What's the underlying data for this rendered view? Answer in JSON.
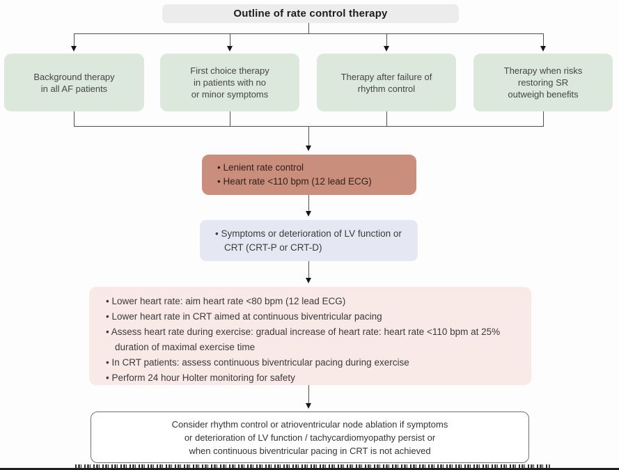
{
  "title": "Outline of rate control therapy",
  "branch_boxes": [
    {
      "label": "Background therapy\nin all AF patients"
    },
    {
      "label": "First choice therapy\nin patients with no\nor minor symptoms"
    },
    {
      "label": "Therapy after failure of\nrhythm control"
    },
    {
      "label": "Therapy when risks\nrestoring SR\noutweigh benefits"
    }
  ],
  "lenient_box": {
    "bullets": [
      "Lenient rate control",
      "Heart rate <110 bpm (12 lead ECG)"
    ]
  },
  "symptoms_box": {
    "bullets": [
      "Symptoms or deterioration of LV function or CRT (CRT-P or CRT-D)"
    ]
  },
  "strict_box": {
    "bullets": [
      "Lower heart rate: aim heart rate <80 bpm (12 lead ECG)",
      "Lower heart rate in CRT aimed at continuous biventricular pacing",
      "Assess heart rate during exercise: gradual increase of heart rate: heart rate <110 bpm at 25% duration of maximal exercise time",
      "In CRT patients: assess continuous biventricular pacing during exercise",
      "Perform 24 hour Holter monitoring for safety"
    ]
  },
  "consider_box": {
    "text": "Consider rhythm control or atrioventricular node ablation if symptoms\nor deterioration of LV function / tachycardiomyopathy persist or\nwhen continuous biventricular pacing in CRT is not achieved"
  },
  "colors": {
    "title_bg": "#ececec",
    "branch_bg": "#dde8dc",
    "lenient_bg": "#c98e7c",
    "symptoms_bg": "#e5e7f2",
    "strict_bg": "#f9eae8",
    "consider_border": "#707070",
    "connector": "#4f4f4f"
  }
}
